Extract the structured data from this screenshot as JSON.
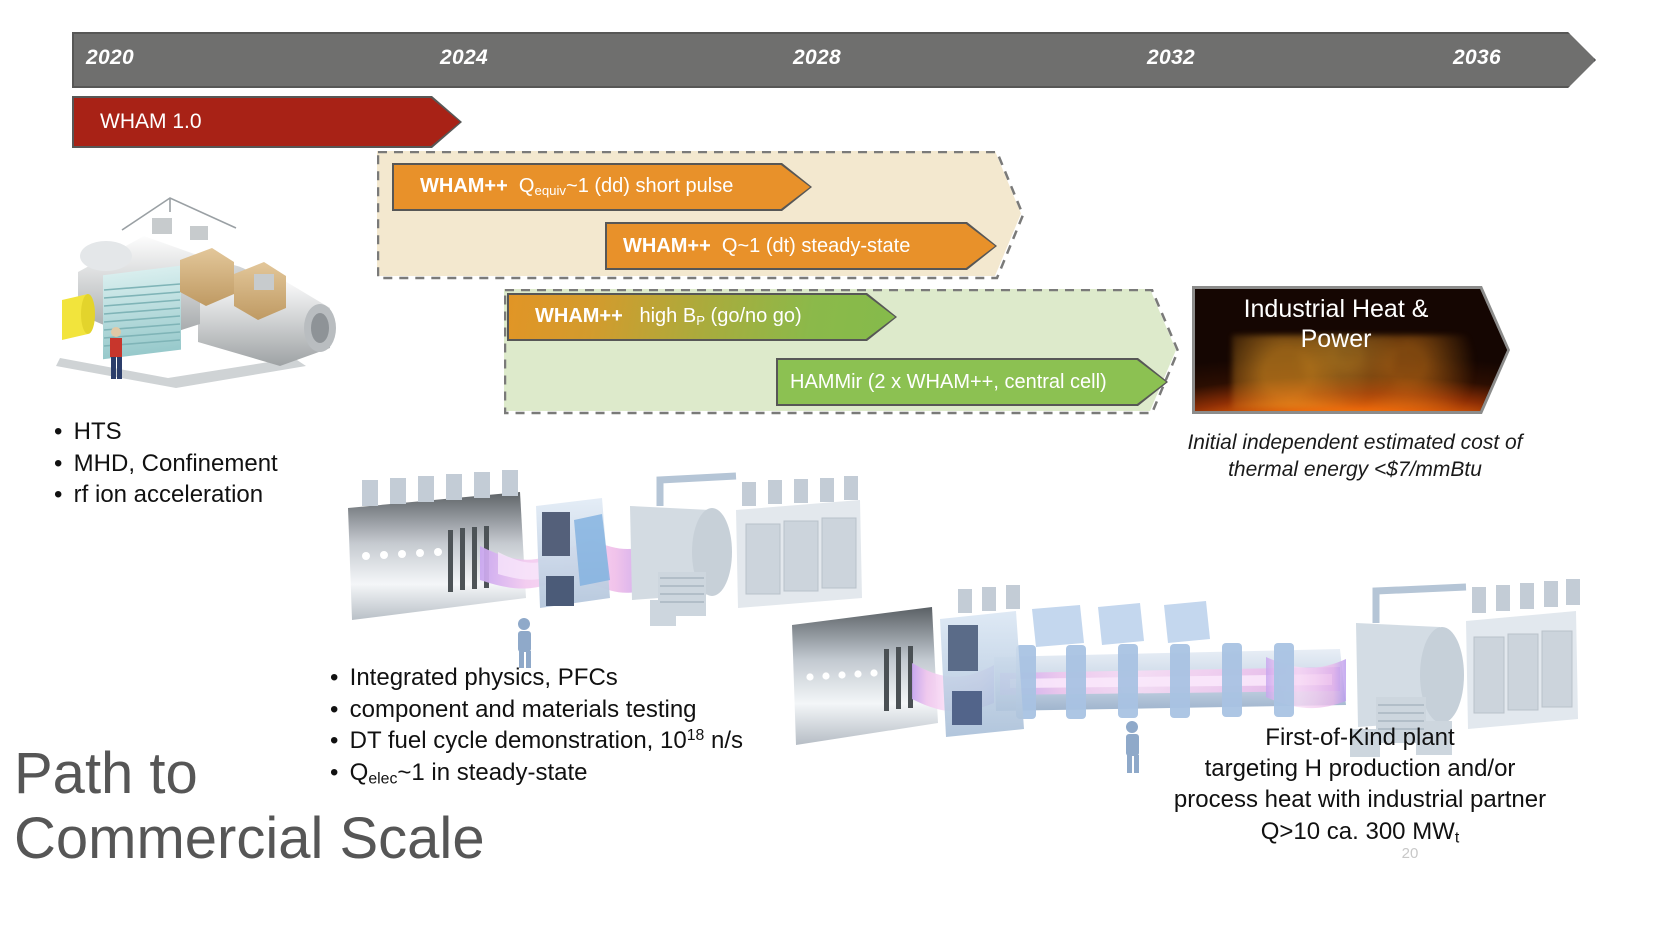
{
  "slide": {
    "title": "Path to\nCommercial Scale",
    "page_number": "20"
  },
  "timeline": {
    "years": [
      "2020",
      "2024",
      "2028",
      "2032",
      "2036"
    ],
    "bar_color": "#6f6f6e",
    "bar_border_color": "#575756"
  },
  "phases": {
    "wham1": {
      "label": "WHAM 1.0",
      "color": "#a82216"
    },
    "wham_dd": {
      "bold": "WHAM++",
      "prefix": "Q",
      "sub": "equiv",
      "rest": "~1 (dd) short pulse",
      "color": "#e8912a"
    },
    "wham_dt": {
      "bold": "WHAM++",
      "rest": "Q~1 (dt) steady-state",
      "color": "#e8912a"
    },
    "wham_bp": {
      "bold": "WHAM++",
      "prefix": "high B",
      "sub": "P",
      "rest": " (go/no go)",
      "color_start": "#e19526",
      "color_end": "#85bb4b"
    },
    "hammir": {
      "label": "HAMMir (2 x WHAM++, central cell)",
      "color": "#8cc152"
    }
  },
  "groups": {
    "orange_box_color": "#f3e8cf",
    "green_box_color": "#ddeacb",
    "dash_color": "#7a7a79"
  },
  "industrial": {
    "title_line1": "Industrial Heat &",
    "title_line2": "Power",
    "cost_note_line1": "Initial independent estimated cost of",
    "cost_note_line2": "thermal energy <$7/mmBtu"
  },
  "bullets_left": [
    "HTS",
    "MHD, Confinement",
    "rf ion acceleration"
  ],
  "bullets_mid": {
    "line1": "Integrated physics, PFCs",
    "line2": "component and materials testing",
    "line3_a": "DT fuel cycle demonstration, 10",
    "line3_sup": "18",
    "line3_b": " n/s",
    "line4_a": "Q",
    "line4_sub": "elec",
    "line4_b": "~1 in steady-state"
  },
  "first_of_kind": {
    "line1": "First-of-Kind plant",
    "line2": "targeting H production and/or",
    "line3": "process heat with industrial partner",
    "line4_a": "Q>10  ca. 300 MW",
    "line4_sub": "t"
  },
  "illustrations": {
    "wham_device": "wham-device-render",
    "wham_plus_plus_device": "wham-plus-plus-device-render",
    "hammir_device": "hammir-device-render"
  }
}
